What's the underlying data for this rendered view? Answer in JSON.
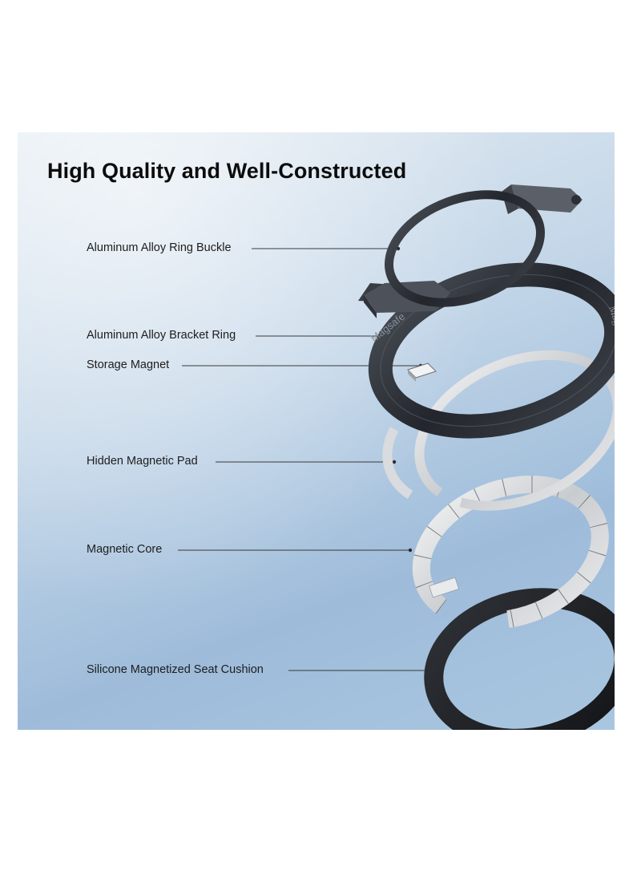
{
  "headline": "High Quality and Well-Constructed",
  "components": [
    {
      "label": "Aluminum Alloy Ring Buckle"
    },
    {
      "label": "Aluminum Alloy Bracket Ring"
    },
    {
      "label": "Storage Magnet"
    },
    {
      "label": "Hidden Magnetic Pad"
    },
    {
      "label": "Magnetic Core"
    },
    {
      "label": "Silicone Magnetized Seat Cushion"
    }
  ],
  "ring_engraving": {
    "left": "Magsafe",
    "right": "Magnetic attraction ring clasp"
  },
  "colors": {
    "dark_metal": "#2b2f36",
    "silver": "#d8dadd",
    "cushion": "#1e2024",
    "text": "#1d1d1d"
  }
}
